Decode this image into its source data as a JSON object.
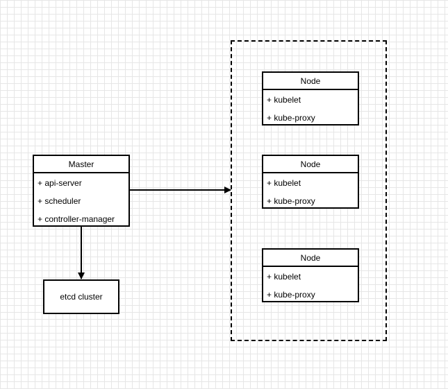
{
  "master": {
    "title": "Master",
    "items": [
      "+ api-server",
      "+ scheduler",
      "+ controller-manager"
    ]
  },
  "etcd": {
    "label": "etcd cluster"
  },
  "nodes": [
    {
      "title": "Node",
      "items": [
        "+ kubelet",
        "+ kube-proxy"
      ]
    },
    {
      "title": "Node",
      "items": [
        "+ kubelet",
        "+ kube-proxy"
      ]
    },
    {
      "title": "Node",
      "items": [
        "+ kubelet",
        "+ kube-proxy"
      ]
    }
  ],
  "colors": {
    "stroke": "#000000",
    "grid": "#e6e6e6",
    "background": "#ffffff"
  }
}
